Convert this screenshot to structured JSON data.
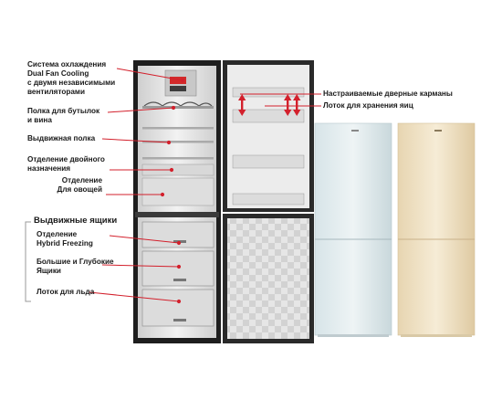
{
  "labels": {
    "cooling": [
      "Система охлаждения",
      "Dual Fan Cooling",
      "с двумя независимыми",
      "вентиляторами"
    ],
    "bottles": [
      "Полка для бутылок",
      "и вина"
    ],
    "sliding_shelf": [
      "Выдвижная полка"
    ],
    "dual_compartment": [
      "Отделение двойного",
      "назначения"
    ],
    "vegetables": [
      "Отделение",
      "Для овощей"
    ],
    "drawers_title": [
      "Выдвижные ящики"
    ],
    "hybrid": [
      "Отделение",
      "Hybrid Freezing"
    ],
    "big_drawers": [
      "Большие и Глубокие",
      "Ящики"
    ],
    "ice_tray": [
      "Лоток для льда"
    ],
    "door_pockets": [
      "Настраиваемые дверные карманы",
      "Лоток для хранения яиц"
    ]
  },
  "colors": {
    "arrow": "#d3202c",
    "bracket": "#9a9a9a",
    "fridge_interior": "#e9e9e9",
    "fridge_frame": "#2b2b2b",
    "fridge_light_blue": "#dfe9ec",
    "fridge_beige": "#efe0c2"
  }
}
